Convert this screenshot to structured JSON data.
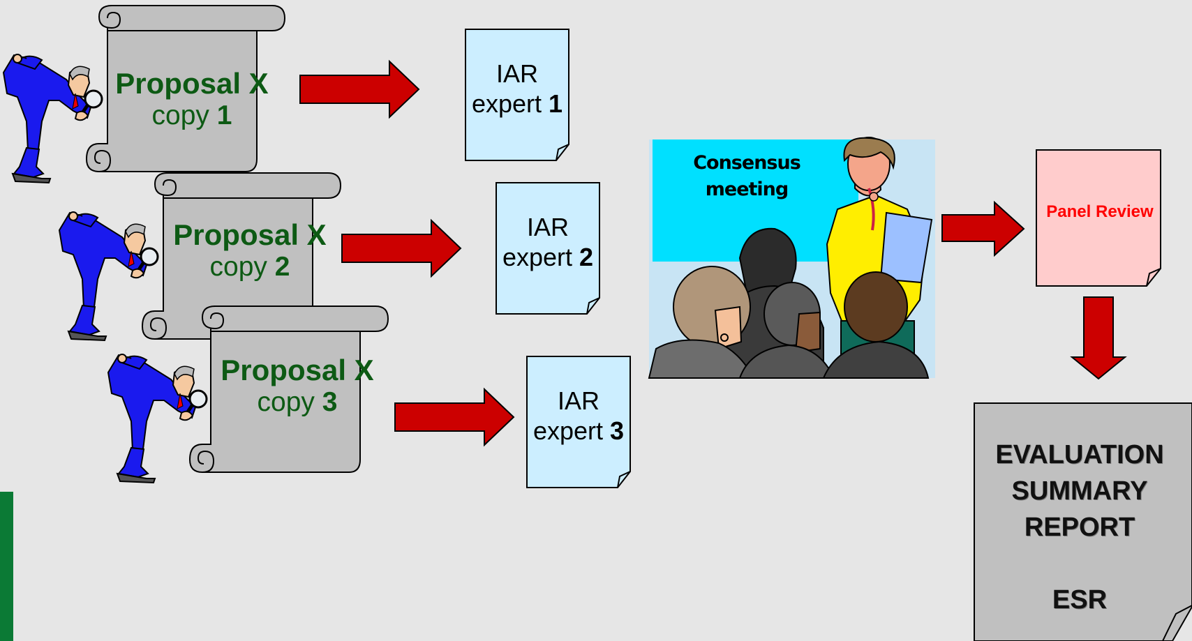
{
  "proposals": [
    {
      "title": "Proposal X",
      "copy_word": "copy",
      "copy_num": "1"
    },
    {
      "title": "Proposal X",
      "copy_word": "copy",
      "copy_num": "2"
    },
    {
      "title": "Proposal X",
      "copy_word": "copy",
      "copy_num": "3"
    }
  ],
  "reports": [
    {
      "line1": "IAR",
      "line2": "expert",
      "num": "1"
    },
    {
      "line1": "IAR",
      "line2": "expert",
      "num": "2"
    },
    {
      "line1": "IAR",
      "line2": "expert",
      "num": "3"
    }
  ],
  "meeting": {
    "line1": "Consensus",
    "line2": "meeting"
  },
  "panel": {
    "label": "Panel Review"
  },
  "esr": {
    "line1": "EVALUATION",
    "line2": "SUMMARY",
    "line3": "REPORT",
    "abbr": "ESR"
  },
  "colors": {
    "background": "#e6e6e6",
    "proposal_text": "#0d5a14",
    "arrow": "#cc0000",
    "report_doc": "#cceeff",
    "panel_doc": "#ffcccc",
    "esr_doc": "#c0c0c0",
    "meeting_bg": "#00e0ff",
    "accent_bar": "#0b7a35"
  },
  "icons": [
    "inspector-with-magnifier-icon",
    "scroll-icon",
    "arrow-right-icon",
    "arrow-down-icon",
    "meeting-people-icon"
  ]
}
